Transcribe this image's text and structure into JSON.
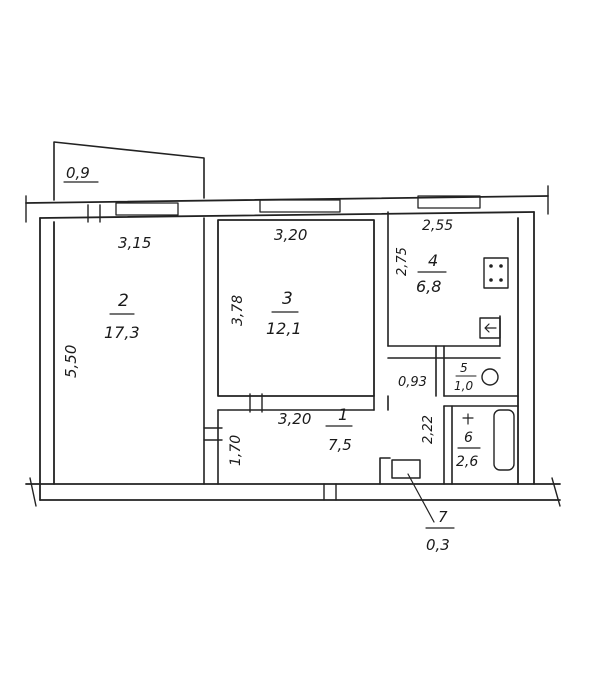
{
  "plan": {
    "balcony_area": "0,9",
    "rooms": [
      {
        "number": "1",
        "area": "7,5"
      },
      {
        "number": "2",
        "area": "17,3"
      },
      {
        "number": "3",
        "area": "12,1"
      },
      {
        "number": "4",
        "area": "6,8"
      },
      {
        "number": "5",
        "area": "1,0"
      },
      {
        "number": "6",
        "area": "2,6"
      },
      {
        "number": "7",
        "area": "0,3"
      }
    ],
    "dimensions": {
      "room2_width": "3,15",
      "room2_height": "5,50",
      "room3_width": "3,20",
      "room3_height": "3,78",
      "room4_width": "2,55",
      "room4_height": "2,75",
      "hall_width": "3,20",
      "hall_height": "1,70",
      "wc_width": "0,93",
      "bath_height": "2,22"
    }
  }
}
